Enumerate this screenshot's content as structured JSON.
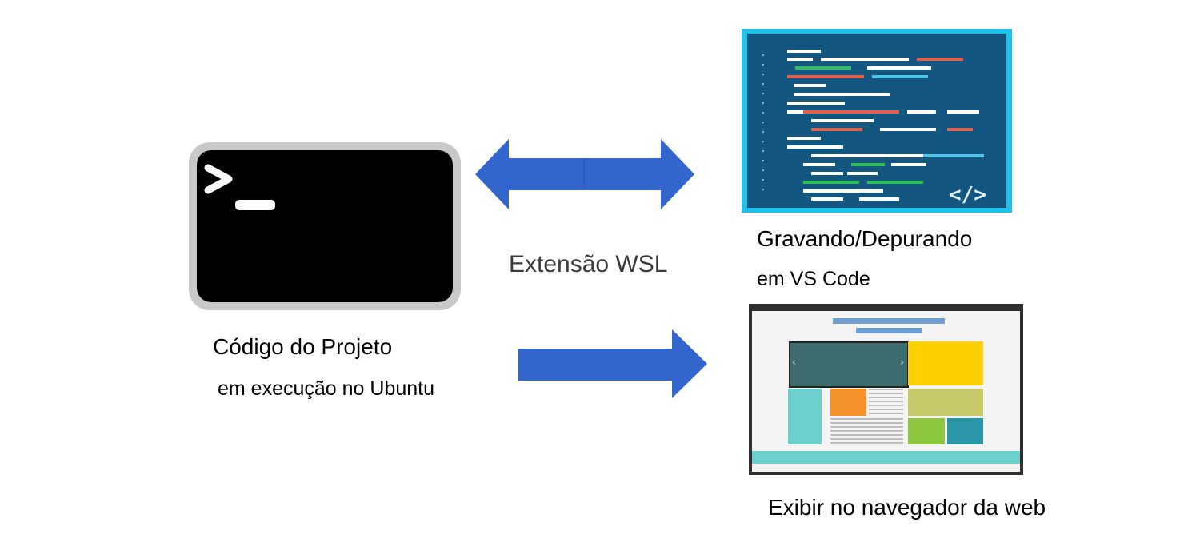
{
  "terminal": {
    "caption_line1": "Código do Projeto",
    "caption_line2": "em execução no Ubuntu"
  },
  "connector": {
    "label": "Extensão WSL"
  },
  "editor": {
    "caption_line1": "Gravando/Depurando",
    "caption_line2": "em VS Code",
    "code_tag": "</>"
  },
  "browser": {
    "caption": "Exibir no navegador da web"
  },
  "colors": {
    "arrow": "#3366cc",
    "editor_frame": "#1ec2ee",
    "editor_bg": "#13567f",
    "terminal_frame": "#c9c9c9",
    "terminal_bg": "#000000"
  }
}
